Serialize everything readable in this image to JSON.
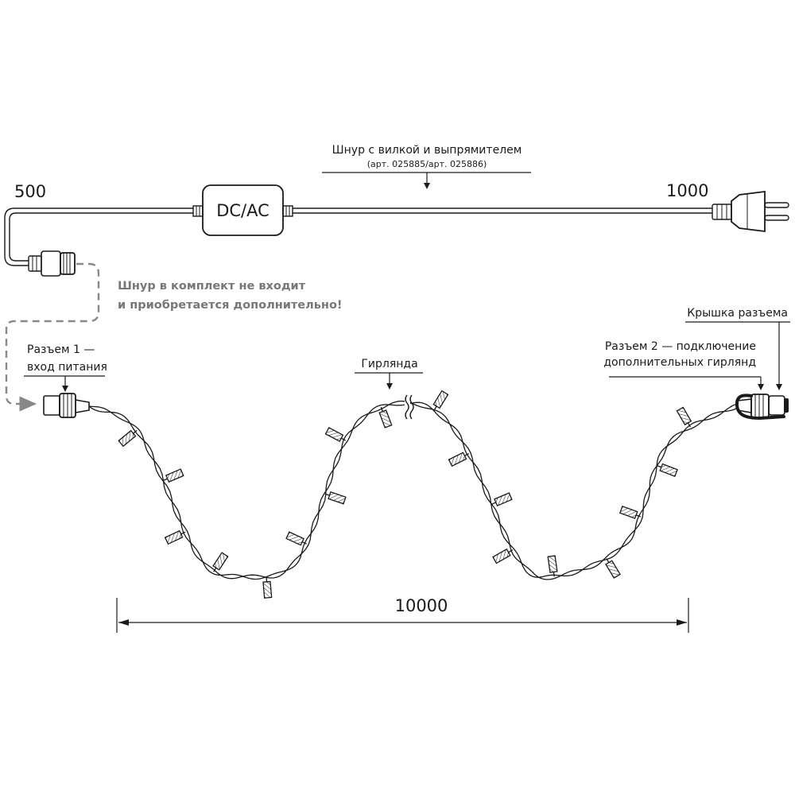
{
  "labels": {
    "power_cord_title": "Шнур с вилкой и выпрямителем",
    "power_cord_articles": "(арт. 025885/арт. 025886)",
    "cord_length_left": "500",
    "cord_length_right": "1000",
    "rectifier": "DC/AC",
    "note_line1": "Шнур в комплект не входит",
    "note_line2": "и приобретается дополнительно!",
    "connector1_line1": "Разъем 1 —",
    "connector1_line2": "вход питания",
    "garland": "Гирлянда",
    "connector2_line1": "Разъем 2 — подключение",
    "connector2_line2": "дополнительных гирлянд",
    "cap": "Крышка разъема",
    "garland_length": "10000"
  },
  "colors": {
    "line": "#1a1a1a",
    "dashed": "#888888",
    "note": "#777777"
  }
}
